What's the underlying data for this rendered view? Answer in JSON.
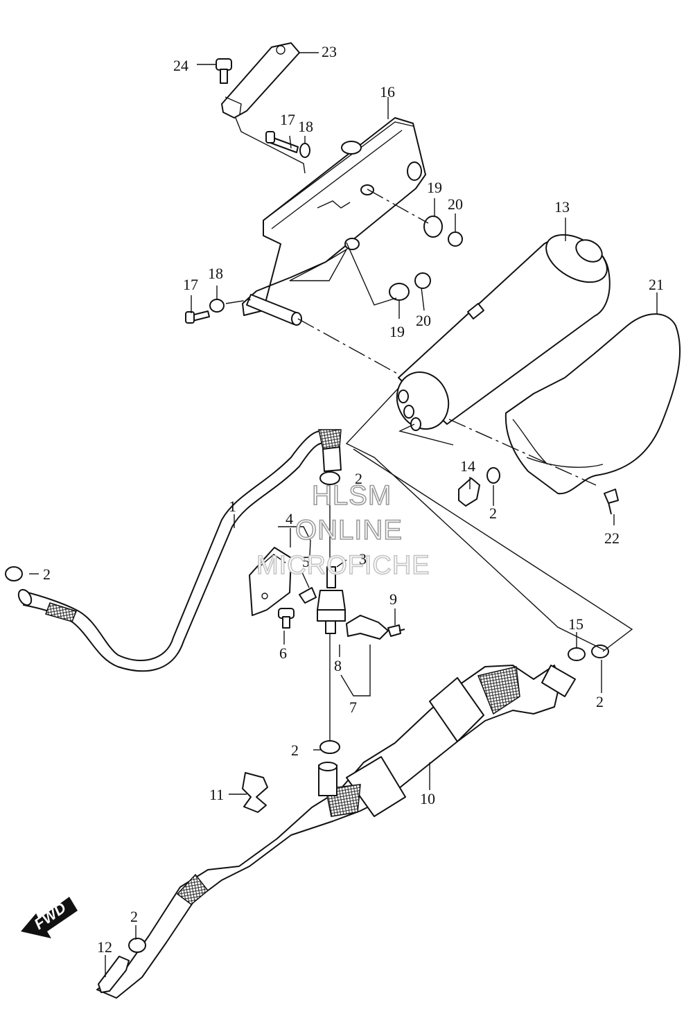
{
  "diagram": {
    "callouts": [
      "1",
      "2",
      "3",
      "4",
      "5",
      "6",
      "7",
      "8",
      "9",
      "10",
      "11",
      "12",
      "13",
      "14",
      "15",
      "16",
      "17",
      "18",
      "19",
      "20",
      "21",
      "22",
      "23",
      "24"
    ],
    "watermark": {
      "line1": "HLSM",
      "line2": "ONLINE",
      "line3": "MICROFICHE"
    },
    "direction_label": "FWD",
    "colors": {
      "line": "#111111",
      "watermark": "#9a9a9a",
      "background": "#ffffff"
    }
  }
}
